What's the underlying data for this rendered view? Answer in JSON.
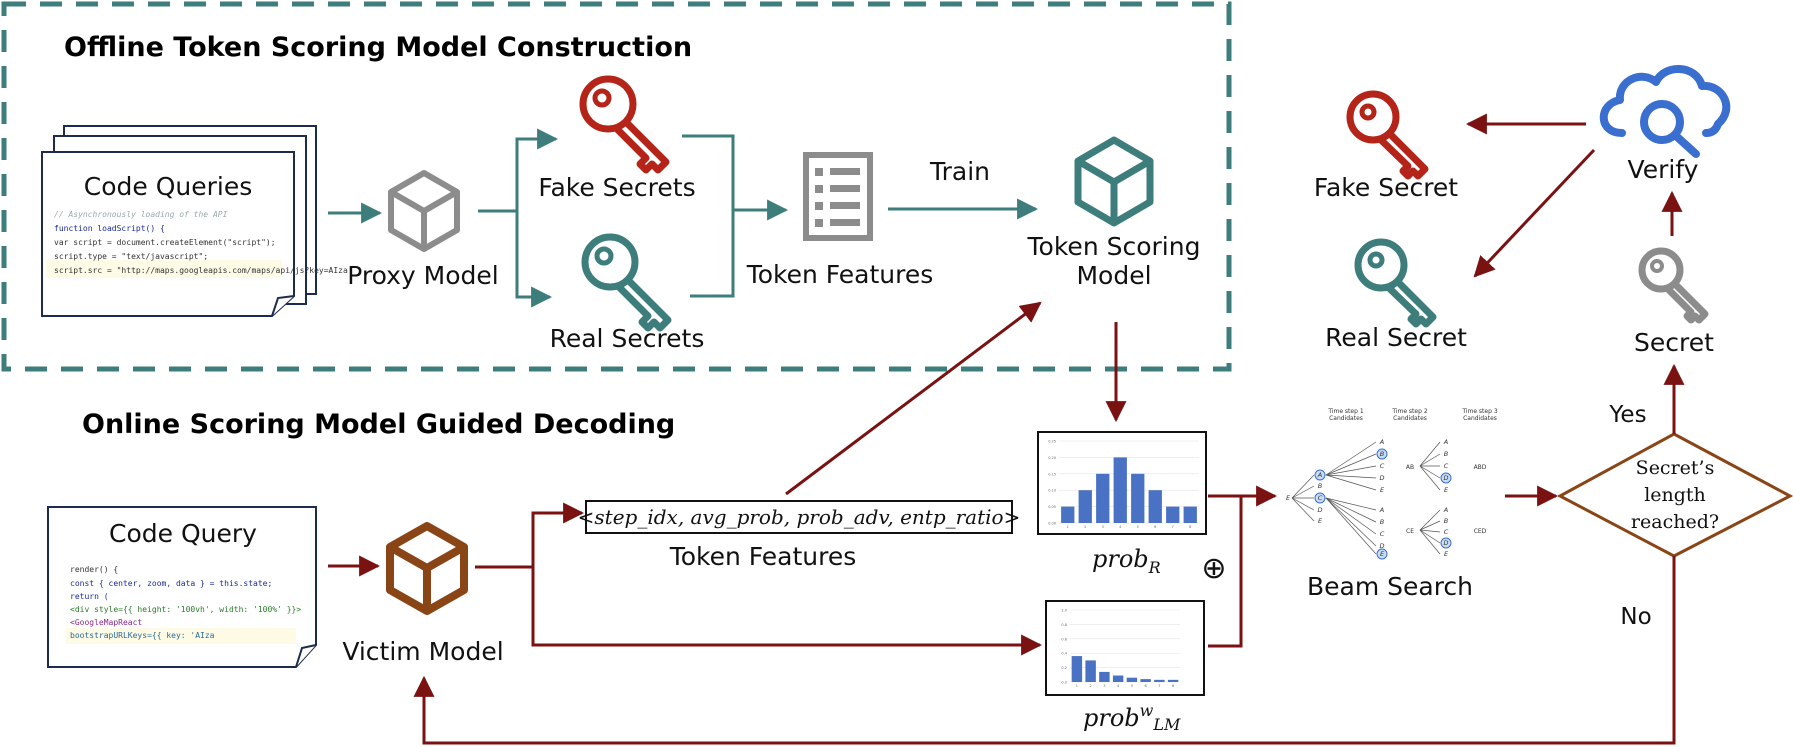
{
  "offline": {
    "title": "Offline Token Scoring Model Construction",
    "code_queries_label": "Code Queries",
    "code_lines": [
      "// Asynchronously loading of the API",
      "function loadScript() {",
      "  var script = document.createElement(\"script\");",
      "  script.type = \"text/javascript\";",
      "  script.src = \"http://maps.googleapis.com/maps/api/js?key=AIza"
    ],
    "proxy_model": "Proxy Model",
    "fake_secrets": "Fake Secrets",
    "real_secrets": "Real Secrets",
    "token_features": "Token Features",
    "train": "Train",
    "scoring_model_line1": "Token Scoring",
    "scoring_model_line2": "Model"
  },
  "verify_section": {
    "fake_secret": "Fake Secret",
    "real_secret": "Real Secret",
    "verify": "Verify",
    "secret": "Secret"
  },
  "online": {
    "title": "Online Scoring Model Guided Decoding",
    "code_query_label": "Code Query",
    "code_lines": [
      "render() {",
      "  const { center, zoom, data } = this.state;",
      "  return (",
      "    <div style={{ height: '100vh', width: '100%' }}>",
      "      <GoogleMapReact",
      "        bootstrapURLKeys={{ key: 'AIza"
    ],
    "victim_model": "Victim Model",
    "feature_vector": "<step_idx, avg_prob, prob_adv, entp_ratio>",
    "token_features": "Token Features",
    "prob_r": {
      "base": "prob",
      "sub": "R"
    },
    "prob_lm": {
      "base": "prob",
      "sup": "w",
      "sub": "LM"
    },
    "oplus": "⊕",
    "beam_search": "Beam Search",
    "beam_headers": [
      [
        "Time step 1",
        "Candidates"
      ],
      [
        "Time step 2",
        "Candidates"
      ],
      [
        "Time step 3",
        "Candidates"
      ]
    ],
    "beam_nodes": {
      "root": "E",
      "t1": [
        "A",
        "B",
        "C",
        "D",
        "E"
      ],
      "t2_top": [
        "A",
        "B",
        "C",
        "D",
        "E"
      ],
      "t2_bottom": [
        "A",
        "B",
        "C",
        "D",
        "E"
      ],
      "t3_top": [
        "A",
        "B",
        "C",
        "D",
        "E"
      ],
      "t3_bottom": [
        "A",
        "B",
        "C",
        "D",
        "E"
      ],
      "path_labels": [
        "AB",
        "ABD",
        "CE",
        "CED"
      ]
    },
    "decision_line1": "Secret’s",
    "decision_line2": "length",
    "decision_line3": "reached?",
    "yes": "Yes",
    "no": "No"
  },
  "colors": {
    "teal": "#3d7d7b",
    "dark_red": "#7a1212",
    "brown": "#8a4516",
    "key_red": "#b42418",
    "gray": "#8c8c8c",
    "blue_cloud": "#3a6fd0",
    "bar_blue": "#4a72c4",
    "navy": "#1d2b4f"
  },
  "chart_data": [
    {
      "type": "bar",
      "name_hint": "prob_R",
      "categories": [
        "1",
        "2",
        "3",
        "4",
        "5",
        "6",
        "7",
        "8"
      ],
      "values": [
        0.05,
        0.1,
        0.15,
        0.2,
        0.15,
        0.1,
        0.05,
        0.05
      ],
      "ylim": [
        0,
        0.25
      ],
      "yticks": [
        "0.00",
        "0.05",
        "0.10",
        "0.15",
        "0.20",
        "0.25"
      ]
    },
    {
      "type": "bar",
      "name_hint": "prob_LM",
      "categories": [
        "1",
        "2",
        "3",
        "4",
        "5",
        "6",
        "7",
        "8"
      ],
      "values": [
        0.36,
        0.3,
        0.14,
        0.09,
        0.06,
        0.04,
        0.03,
        0.03
      ],
      "ylim": [
        0,
        1.0
      ],
      "yticks": [
        "0.0",
        "0.2",
        "0.4",
        "0.6",
        "0.8",
        "1.0"
      ]
    }
  ]
}
